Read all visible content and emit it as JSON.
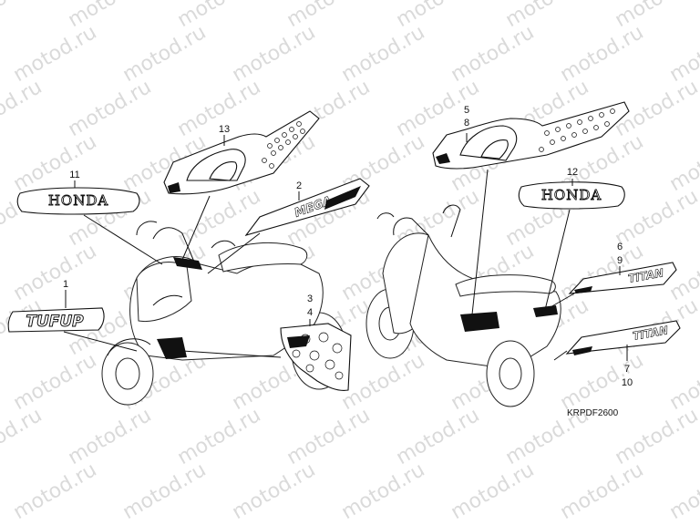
{
  "watermark": {
    "text": "motod.ru"
  },
  "diagram_code": "KRPDF2600",
  "decal_text": {
    "honda": "HONDA",
    "tuf_up": "TUFUP"
  },
  "callouts": {
    "c1": "1",
    "c2": "2",
    "c3": "3",
    "c4": "4",
    "c5": "5",
    "c6": "6",
    "c7": "7",
    "c8": "8",
    "c9": "9",
    "c10": "10",
    "c11": "11",
    "c12": "12",
    "c13": "13"
  }
}
